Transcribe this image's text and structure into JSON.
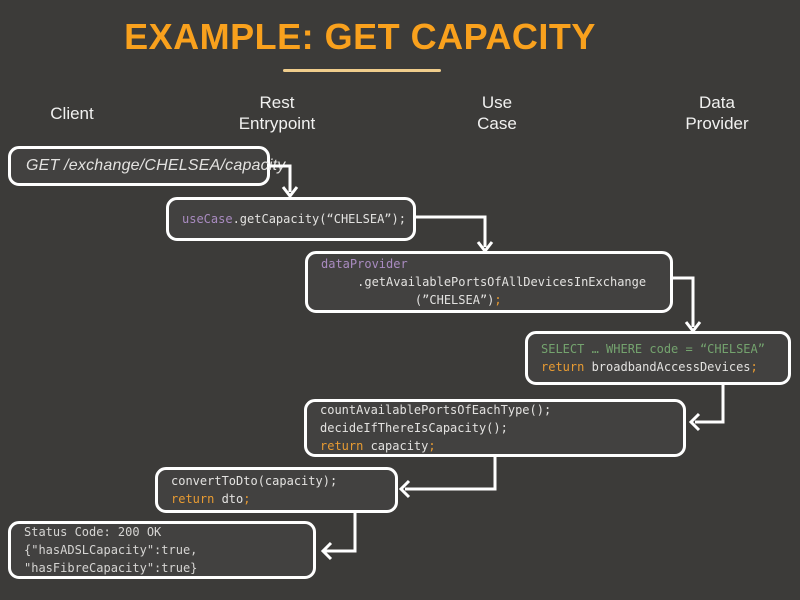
{
  "slide": {
    "title": "EXAMPLE: GET CAPACITY"
  },
  "columns": [
    {
      "label": "Client"
    },
    {
      "label": "Rest\nEntrypoint"
    },
    {
      "label": "Use\nCase"
    },
    {
      "label": "Data\nProvider"
    }
  ],
  "boxes": {
    "request": {
      "lines": [
        {
          "segments": [
            {
              "text": "GET /exchange/CHELSEA/capacity"
            }
          ]
        }
      ]
    },
    "usecase": {
      "lines": [
        {
          "segments": [
            {
              "text": "useCase"
            },
            {
              "text": ".getCapacity(“CHELSEA”);"
            }
          ]
        }
      ]
    },
    "dataprovider": {
      "lines": [
        {
          "segments": [
            {
              "text": "dataProvider"
            }
          ]
        },
        {
          "segments": [
            {
              "text": "     .getAvailablePortsOfAllDevicesInExchange"
            }
          ]
        },
        {
          "segments": [
            {
              "text": "             (”CHELSEA”)"
            },
            {
              "text": ";"
            }
          ]
        }
      ]
    },
    "sql": {
      "lines": [
        {
          "segments": [
            {
              "text": "SELECT … WHERE code = “CHELSEA”"
            }
          ]
        },
        {
          "segments": [
            {
              "text": "return"
            },
            {
              "text": " broadbandAccessDevices"
            },
            {
              "text": ";"
            }
          ]
        }
      ]
    },
    "count": {
      "lines": [
        {
          "segments": [
            {
              "text": "countAvailablePortsOfEachType();"
            }
          ]
        },
        {
          "segments": [
            {
              "text": "decideIfThereIsCapacity();"
            }
          ]
        },
        {
          "segments": [
            {
              "text": "return"
            },
            {
              "text": " capacity"
            },
            {
              "text": ";"
            }
          ]
        }
      ]
    },
    "convert": {
      "lines": [
        {
          "segments": [
            {
              "text": "convertToDto(capacity);"
            }
          ]
        },
        {
          "segments": [
            {
              "text": "return"
            },
            {
              "text": " dto"
            },
            {
              "text": ";"
            }
          ]
        }
      ]
    },
    "response": {
      "lines": [
        {
          "segments": [
            {
              "text": "Status Code: 200 OK"
            }
          ]
        },
        {
          "segments": [
            {
              "text": "{\"hasADSLCapacity\":true,"
            }
          ]
        },
        {
          "segments": [
            {
              "text": "\"hasFibreCapacity\":true}"
            }
          ]
        }
      ]
    }
  },
  "colors": {
    "background": "#3c3b39",
    "box_fill": "#424140",
    "box_border": "#ffffff",
    "title_orange": "#f9a11d",
    "underline_gold": "#f0cd8c",
    "header_text": "#f1f1f0",
    "code_plain": "#e3e2e0",
    "code_purple": "#a98bc0",
    "code_orange": "#e89b32",
    "code_green": "#74a36e"
  }
}
